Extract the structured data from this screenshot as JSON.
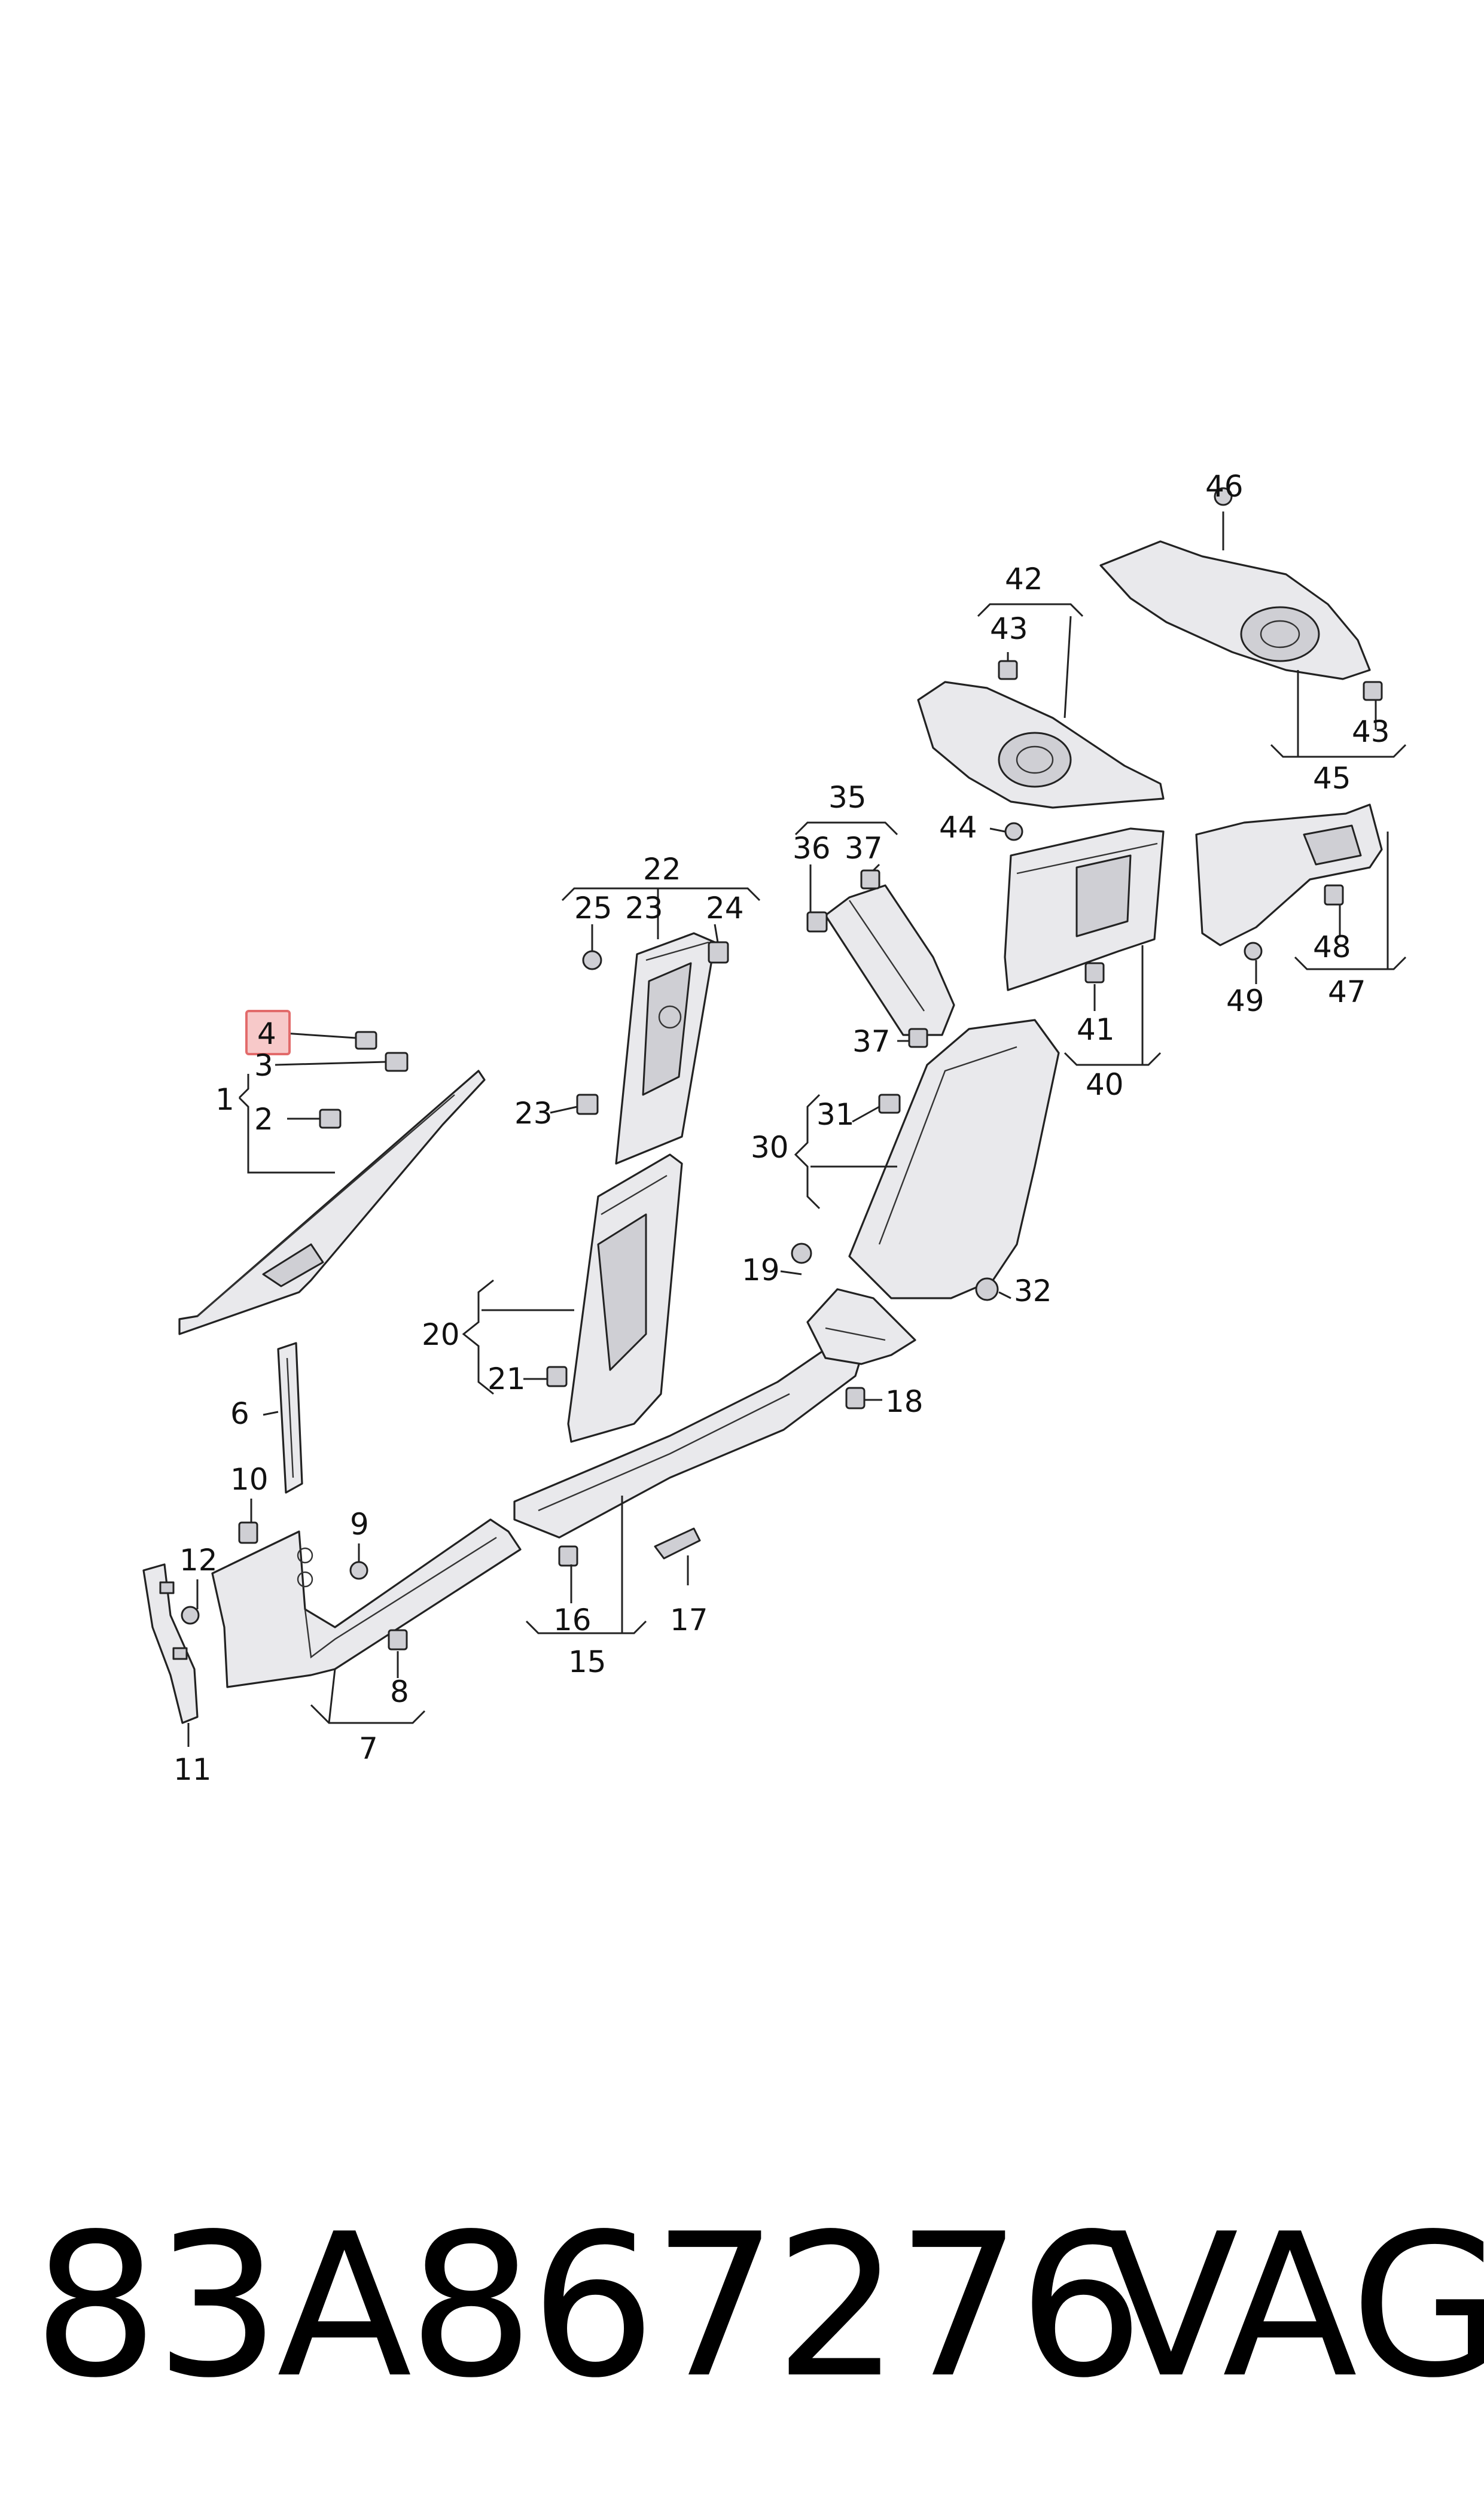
{
  "diagram": {
    "callouts": [
      {
        "id": "c1",
        "label": "1"
      },
      {
        "id": "c2",
        "label": "2"
      },
      {
        "id": "c3",
        "label": "3"
      },
      {
        "id": "c4",
        "label": "4",
        "highlighted": true
      },
      {
        "id": "c6",
        "label": "6"
      },
      {
        "id": "c7",
        "label": "7"
      },
      {
        "id": "c8",
        "label": "8"
      },
      {
        "id": "c9",
        "label": "9"
      },
      {
        "id": "c10",
        "label": "10"
      },
      {
        "id": "c11",
        "label": "11"
      },
      {
        "id": "c12",
        "label": "12"
      },
      {
        "id": "c15",
        "label": "15"
      },
      {
        "id": "c16",
        "label": "16"
      },
      {
        "id": "c17",
        "label": "17"
      },
      {
        "id": "c18",
        "label": "18"
      },
      {
        "id": "c19",
        "label": "19"
      },
      {
        "id": "c20",
        "label": "20"
      },
      {
        "id": "c21",
        "label": "21"
      },
      {
        "id": "c22",
        "label": "22"
      },
      {
        "id": "c23a",
        "label": "23"
      },
      {
        "id": "c23b",
        "label": "23"
      },
      {
        "id": "c24",
        "label": "24"
      },
      {
        "id": "c25",
        "label": "25"
      },
      {
        "id": "c30",
        "label": "30"
      },
      {
        "id": "c31",
        "label": "31"
      },
      {
        "id": "c32",
        "label": "32"
      },
      {
        "id": "c35",
        "label": "35"
      },
      {
        "id": "c36",
        "label": "36"
      },
      {
        "id": "c37a",
        "label": "37"
      },
      {
        "id": "c37b",
        "label": "37"
      },
      {
        "id": "c40",
        "label": "40"
      },
      {
        "id": "c41",
        "label": "41"
      },
      {
        "id": "c42",
        "label": "42"
      },
      {
        "id": "c43a",
        "label": "43"
      },
      {
        "id": "c43b",
        "label": "43"
      },
      {
        "id": "c44",
        "label": "44"
      },
      {
        "id": "c45",
        "label": "45"
      },
      {
        "id": "c46",
        "label": "46"
      },
      {
        "id": "c47",
        "label": "47"
      },
      {
        "id": "c48",
        "label": "48"
      },
      {
        "id": "c49",
        "label": "49"
      }
    ],
    "highlight_color": "#f7c9c9"
  },
  "footer": {
    "part_number": "83A867276",
    "brand": "VAG"
  }
}
